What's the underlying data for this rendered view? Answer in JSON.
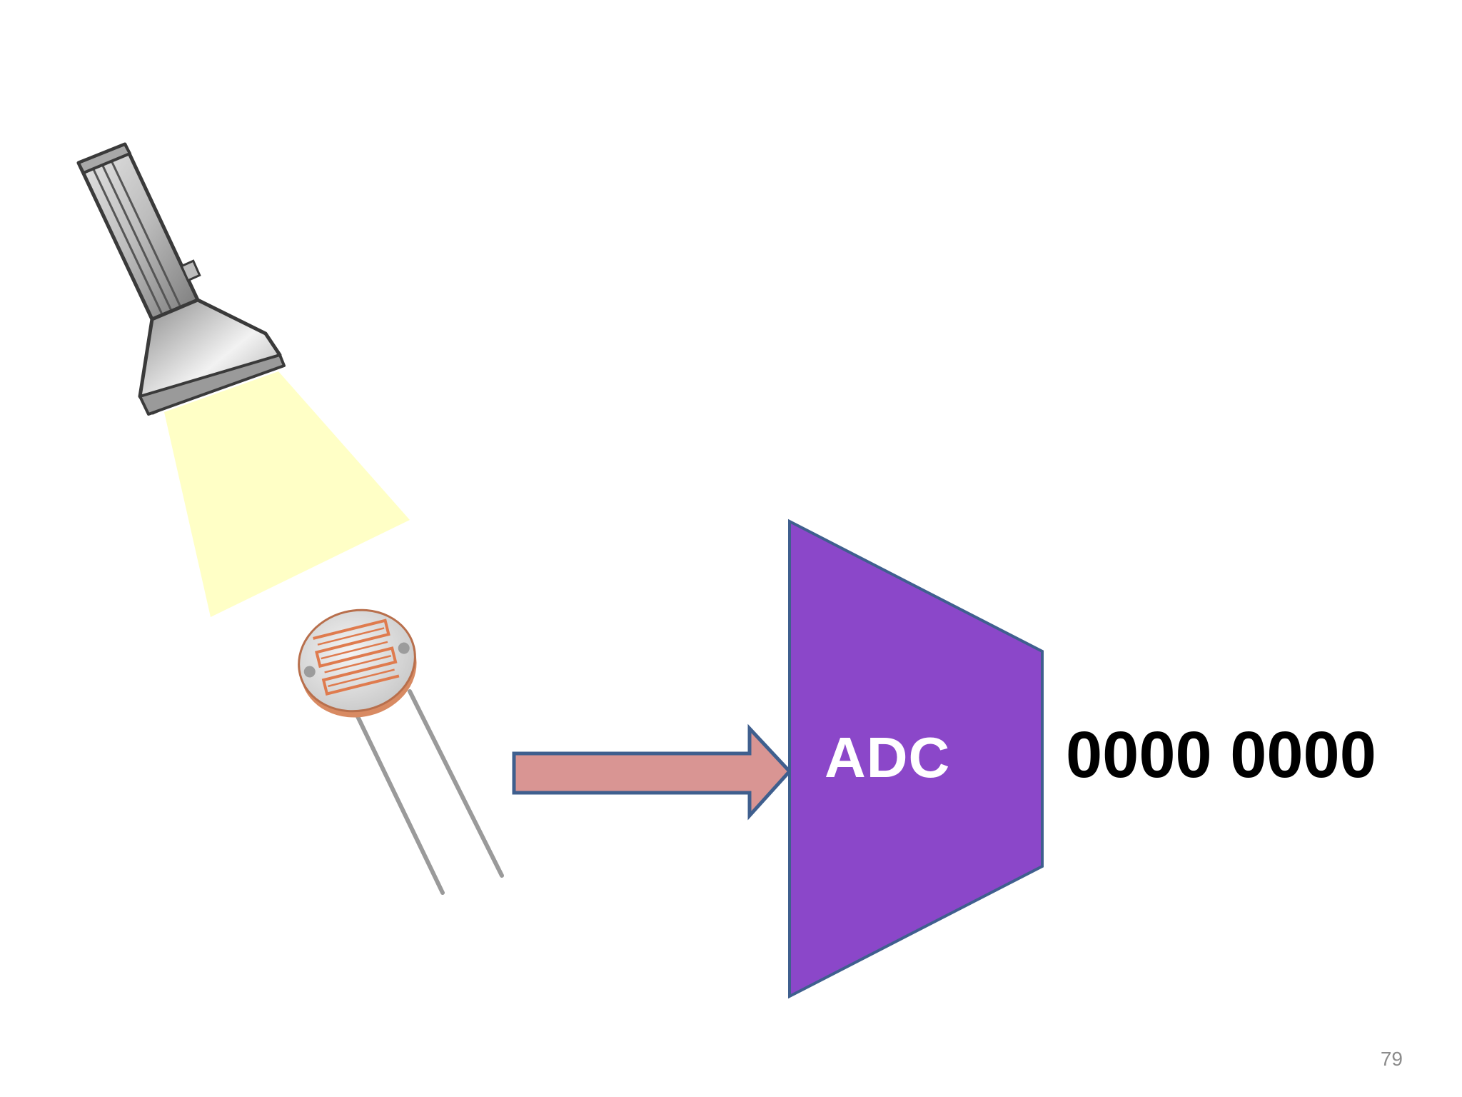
{
  "adc": {
    "label": "ADC"
  },
  "output": {
    "bits": "0000 0000"
  },
  "slide": {
    "number": "79"
  },
  "colors": {
    "adc_fill": "#8b47c9",
    "adc_stroke": "#3f5f8e",
    "arrow_fill": "#d99593",
    "arrow_stroke": "#3f5f8e",
    "light_beam": "#ffffc6",
    "flashlight_body": "#b5b5b5",
    "sensor_disc": "#e3e3e3",
    "sensor_trace": "#e07a50",
    "sensor_leads": "#9a9a9a"
  },
  "icons": {
    "light_source": "flashlight-icon",
    "sensor": "photoresistor-icon"
  }
}
